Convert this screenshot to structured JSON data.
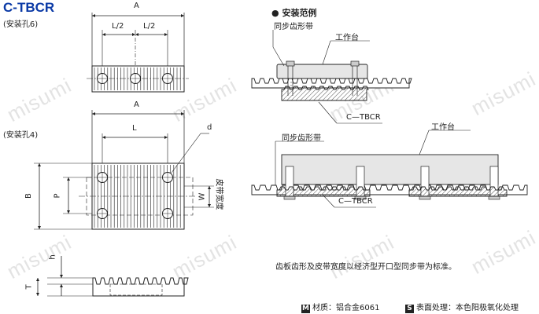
{
  "title": "C-TBCR",
  "watermark": "misumi",
  "left": {
    "top_view": {
      "caption": "(安装孔6)",
      "dim_total": "A",
      "dim_half_left": "L/2",
      "dim_half_right": "L/2"
    },
    "mid_view": {
      "caption": "(安装孔4)",
      "dim_total": "A",
      "dim_pitch": "L",
      "dim_hole": "d",
      "dim_height": "B",
      "dim_inner": "P",
      "dim_width": "W",
      "belt_width_label": "皮带宽度"
    },
    "side_view": {
      "dim_tooth": "h",
      "dim_thickness": "T"
    }
  },
  "right": {
    "section_title": "安装范例",
    "example1": {
      "belt_label": "同步齿形带",
      "table_label": "工作台",
      "part_label": "C—TBCR"
    },
    "example2": {
      "belt_label": "同步齿形带",
      "table_label": "工作台",
      "part_label": "C—TBCR"
    },
    "note": "齿板齿形及皮带宽度以经济型开口型同步带为标准。"
  },
  "footer": {
    "material_badge": "M",
    "material_text": "材质：铝合金6061",
    "surface_badge": "S",
    "surface_text": "表面处理：本色阳极氧化处理"
  },
  "colors": {
    "title": "#0b3aa6",
    "part_fill": "#c8c8c8",
    "table_fill": "#e6e6e6",
    "hatch": "#555555"
  }
}
